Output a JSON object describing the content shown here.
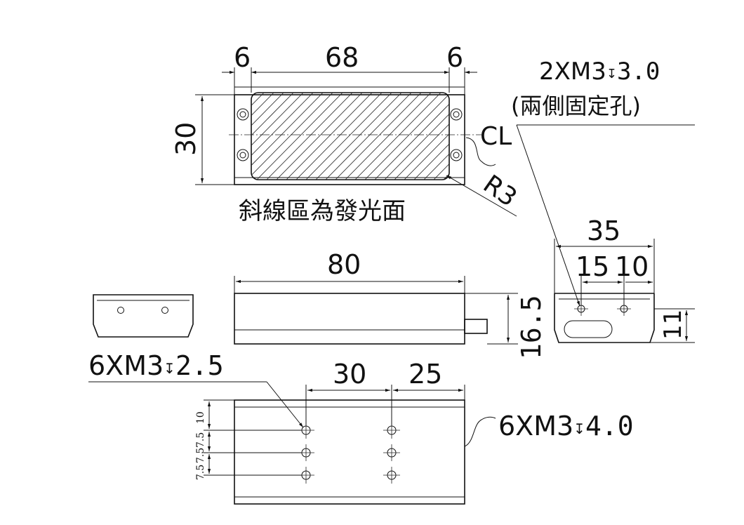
{
  "top_view": {
    "dim_left": "6",
    "dim_middle": "68",
    "dim_right": "6",
    "dim_height": "30",
    "centerline": "CL",
    "radius": "R3",
    "emitting_surface_note": "斜線區為發光面"
  },
  "side_view": {
    "dim_width": "35",
    "dim_15": "15",
    "dim_10": "10",
    "dim_11": "11",
    "hole_callout_line1": "2XM3",
    "hole_callout_depth1": "3.0",
    "hole_callout_line2": "(兩側固定孔)"
  },
  "front_view": {
    "dim_length": "80",
    "dim_height": "16.5"
  },
  "bottom_view": {
    "hole_callout_left": "6XM3",
    "hole_callout_left_depth": "2.5",
    "hole_callout_right": "6XM3",
    "hole_callout_right_depth": "4.0",
    "dim_30": "30",
    "dim_25": "25",
    "dim_10v": "10",
    "dim_7_5a": "7.5",
    "dim_7_5b": "7.5",
    "dim_7_5c": "7.5"
  },
  "depth_symbol": "↧"
}
